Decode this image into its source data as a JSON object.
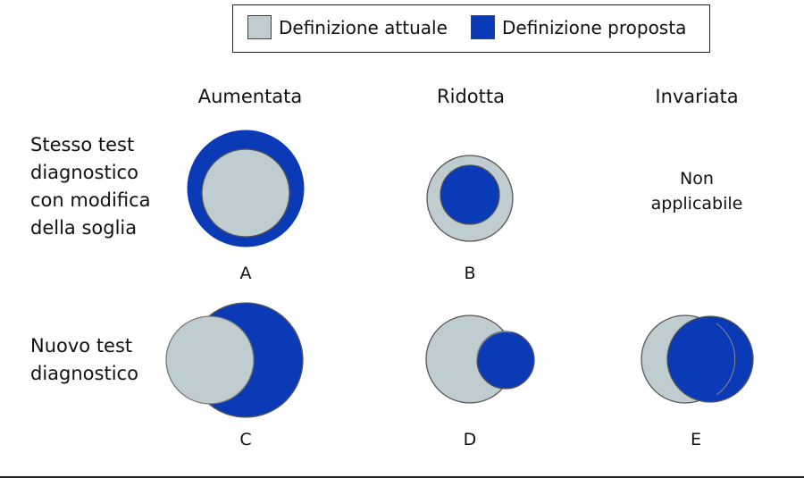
{
  "legend": {
    "current_label": "Definizione attuale",
    "proposed_label": "Definizione proposta"
  },
  "colors": {
    "current": "#bfccd0",
    "proposed": "#0a3ab5",
    "outline": "#555555"
  },
  "columns": [
    "Aumentata",
    "Ridotta",
    "Invariata"
  ],
  "rows": {
    "threshold": [
      "Stesso test",
      "diagnostico",
      "con modifica",
      "della soglia"
    ],
    "new_test": [
      "Nuovo test",
      "diagnostico"
    ]
  },
  "not_applicable": [
    "Non",
    "applicabile"
  ],
  "cases": [
    "A",
    "B",
    "C",
    "D",
    "E"
  ]
}
